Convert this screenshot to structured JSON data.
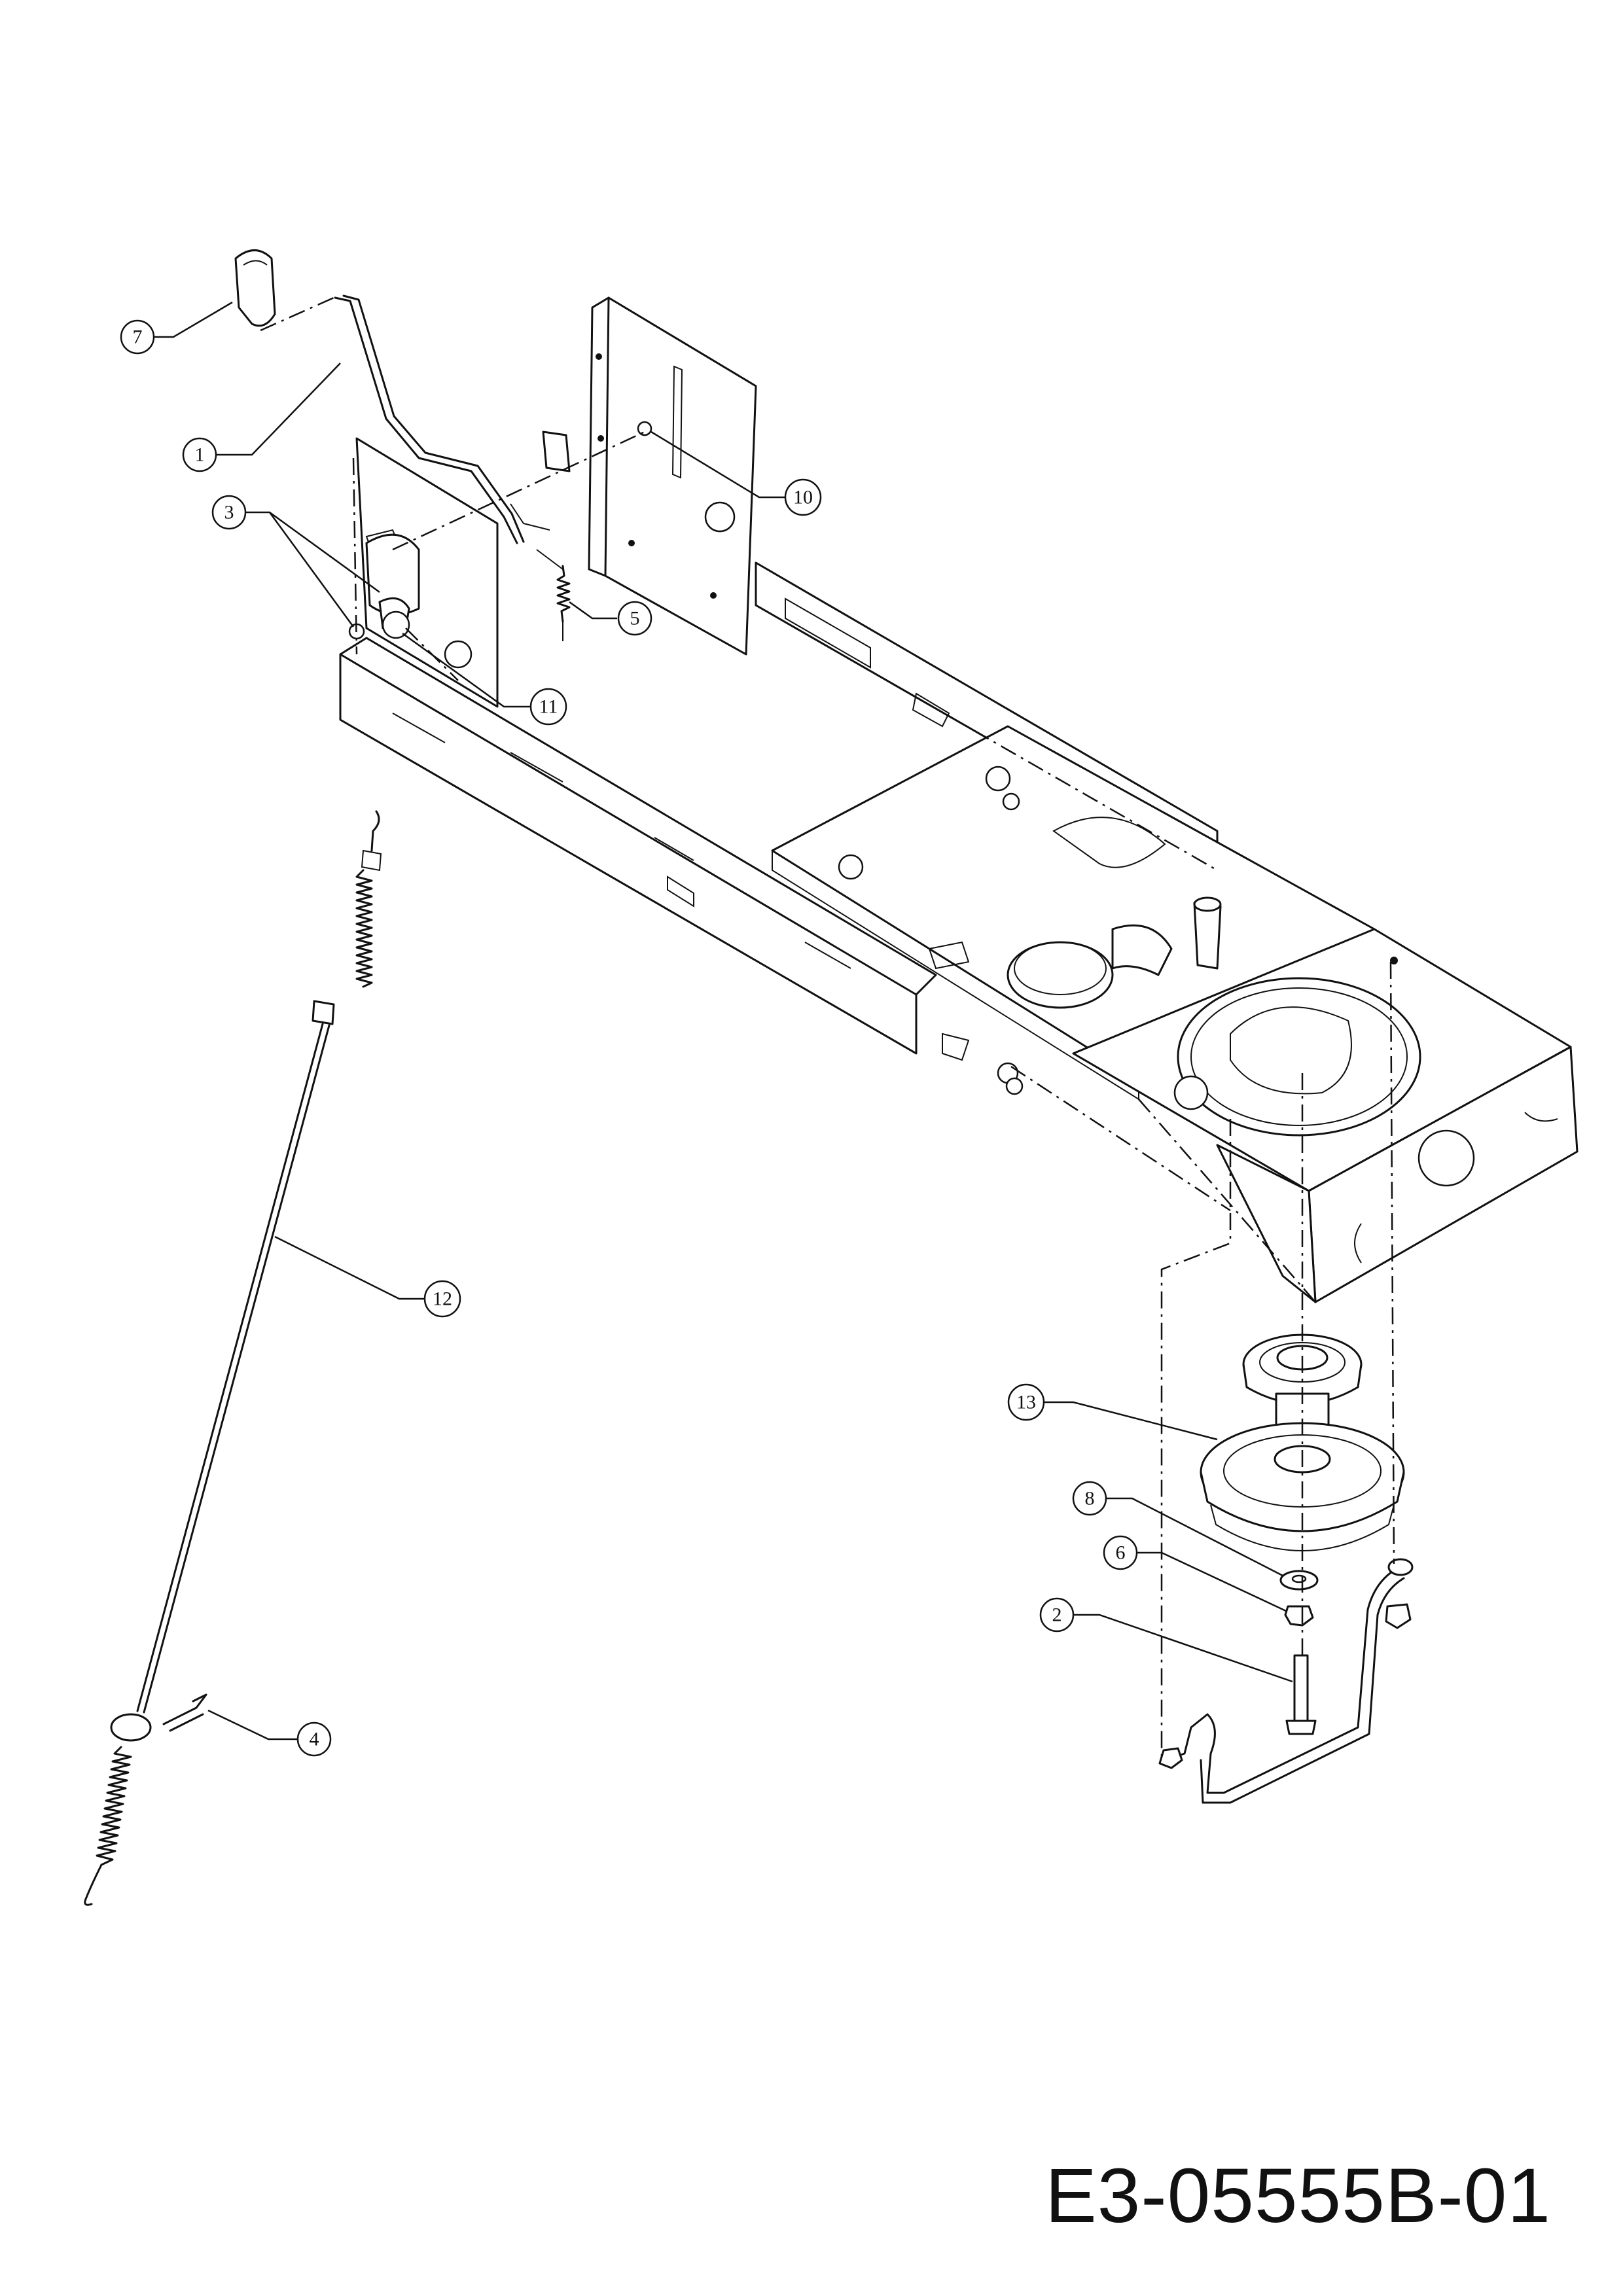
{
  "drawing_code": "E3-05555B-01",
  "callouts": [
    "1",
    "2",
    "3",
    "4",
    "5",
    "6",
    "7",
    "8",
    "10",
    "11",
    "12",
    "13"
  ]
}
